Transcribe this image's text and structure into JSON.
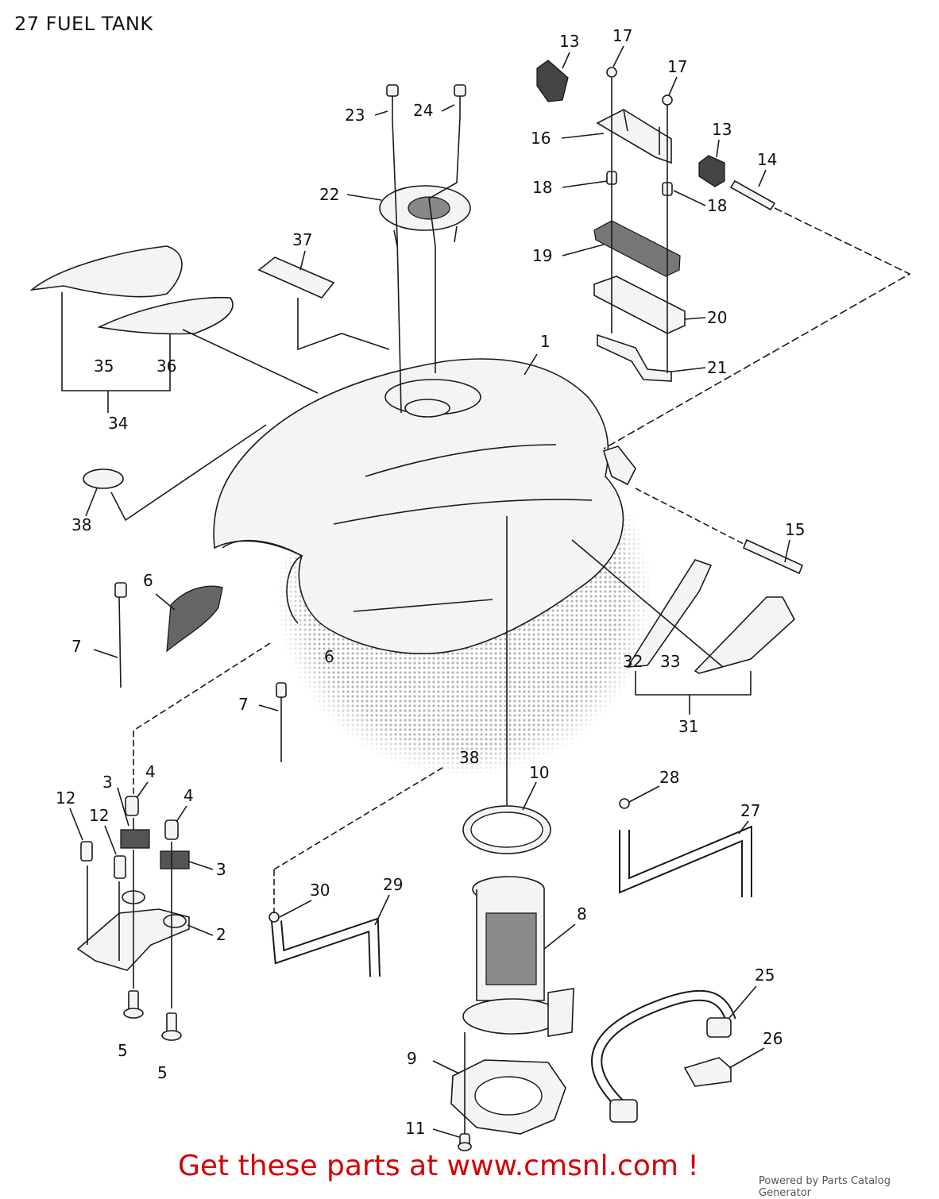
{
  "title": "27 FUEL TANK",
  "callouts": [
    {
      "id": "1",
      "label": "1"
    },
    {
      "id": "2",
      "label": "2"
    },
    {
      "id": "3a",
      "label": "3"
    },
    {
      "id": "3b",
      "label": "3"
    },
    {
      "id": "4a",
      "label": "4"
    },
    {
      "id": "4b",
      "label": "4"
    },
    {
      "id": "5a",
      "label": "5"
    },
    {
      "id": "5b",
      "label": "5"
    },
    {
      "id": "6a",
      "label": "6"
    },
    {
      "id": "6b",
      "label": "6"
    },
    {
      "id": "7a",
      "label": "7"
    },
    {
      "id": "7b",
      "label": "7"
    },
    {
      "id": "8",
      "label": "8"
    },
    {
      "id": "9",
      "label": "9"
    },
    {
      "id": "10",
      "label": "10"
    },
    {
      "id": "11",
      "label": "11"
    },
    {
      "id": "12a",
      "label": "12"
    },
    {
      "id": "12b",
      "label": "12"
    },
    {
      "id": "13a",
      "label": "13"
    },
    {
      "id": "13b",
      "label": "13"
    },
    {
      "id": "14",
      "label": "14"
    },
    {
      "id": "15",
      "label": "15"
    },
    {
      "id": "16",
      "label": "16"
    },
    {
      "id": "17a",
      "label": "17"
    },
    {
      "id": "17b",
      "label": "17"
    },
    {
      "id": "18a",
      "label": "18"
    },
    {
      "id": "18b",
      "label": "18"
    },
    {
      "id": "19",
      "label": "19"
    },
    {
      "id": "20",
      "label": "20"
    },
    {
      "id": "21",
      "label": "21"
    },
    {
      "id": "22",
      "label": "22"
    },
    {
      "id": "23",
      "label": "23"
    },
    {
      "id": "24",
      "label": "24"
    },
    {
      "id": "25",
      "label": "25"
    },
    {
      "id": "26",
      "label": "26"
    },
    {
      "id": "27",
      "label": "27"
    },
    {
      "id": "28",
      "label": "28"
    },
    {
      "id": "29",
      "label": "29"
    },
    {
      "id": "30",
      "label": "30"
    },
    {
      "id": "31",
      "label": "31"
    },
    {
      "id": "32",
      "label": "32"
    },
    {
      "id": "33",
      "label": "33"
    },
    {
      "id": "34",
      "label": "34"
    },
    {
      "id": "35",
      "label": "35"
    },
    {
      "id": "36",
      "label": "36"
    },
    {
      "id": "37",
      "label": "37"
    },
    {
      "id": "38a",
      "label": "38"
    },
    {
      "id": "38b",
      "label": "38"
    }
  ],
  "footer": {
    "cta": "Get these parts at www.cmsnl.com !",
    "powered_by": "Powered by Parts Catalog Generator",
    "cta_color": "#d40000"
  }
}
